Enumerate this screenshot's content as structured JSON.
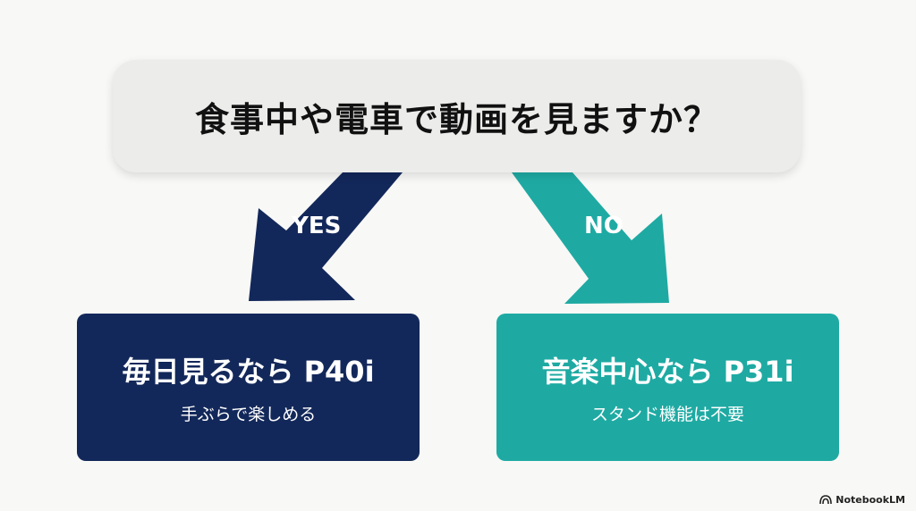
{
  "question": {
    "text": "食事中や電車で動画を見ますか？"
  },
  "branches": {
    "yes": {
      "label": "YES",
      "color": "#13285a",
      "result_title": "毎日見るなら P40i",
      "result_subtitle": "手ぶらで楽しめる"
    },
    "no": {
      "label": "NO",
      "color": "#1eaaa3",
      "result_title": "音楽中心なら P31i",
      "result_subtitle": "スタンド機能は不要"
    }
  },
  "brand": {
    "name": "NotebookLM",
    "icon": "notebooklm-icon"
  }
}
